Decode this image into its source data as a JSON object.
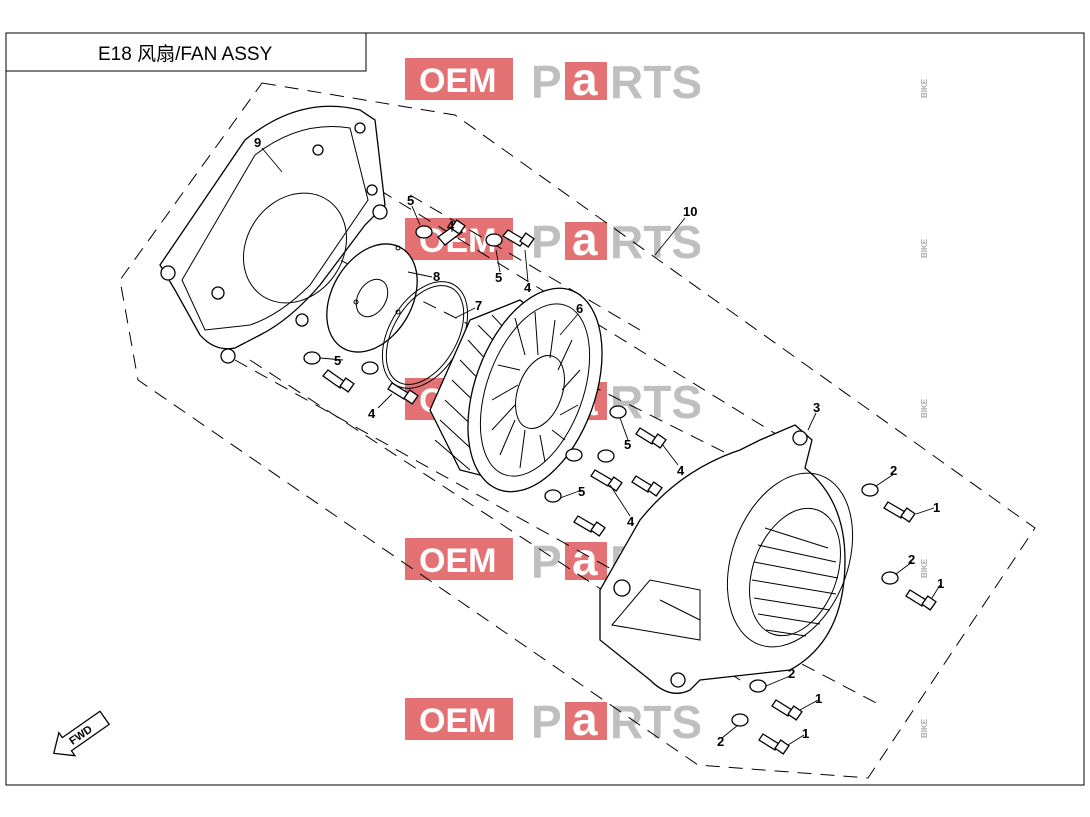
{
  "title": "E18 风扇/FAN ASSY",
  "watermark": {
    "oem": "OEM",
    "bike": "BIKE",
    "parts_p": "P",
    "parts_a": "a",
    "parts_rts": "RTS",
    "color_red": "#e0595b",
    "color_gray": "#b4b4b4"
  },
  "fwd_label": "FWD",
  "callouts": {
    "c1": "1",
    "c2": "2",
    "c3": "3",
    "c4": "4",
    "c5": "5",
    "c6": "6",
    "c7": "7",
    "c8": "8",
    "c9": "9",
    "c10": "10"
  }
}
